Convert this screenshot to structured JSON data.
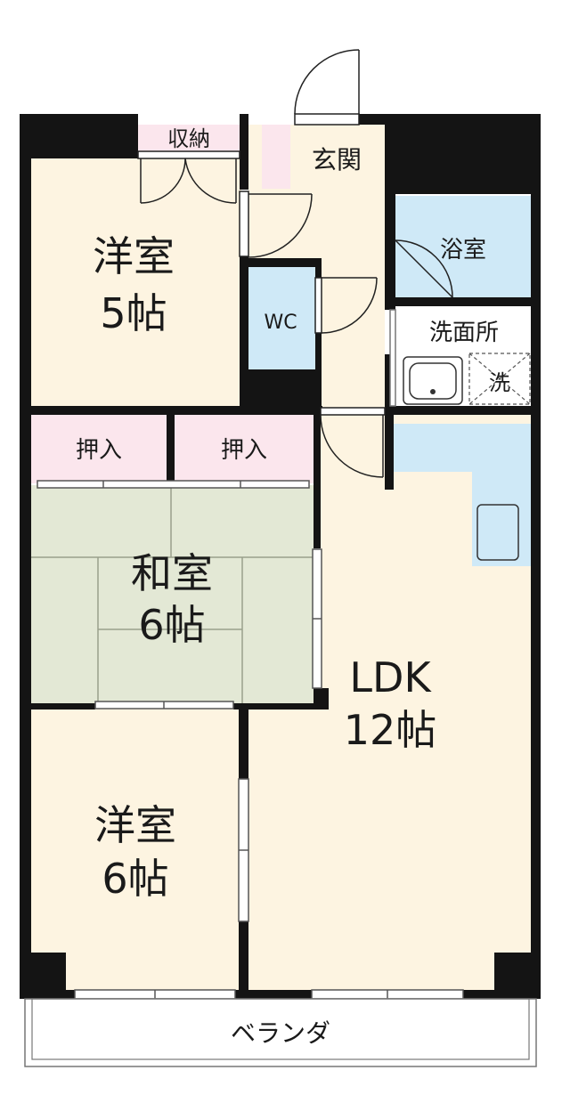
{
  "rooms": {
    "closet_top": "収納",
    "entrance": "玄関",
    "western1_name": "洋室",
    "western1_size": "5帖",
    "wc": "WC",
    "bath": "浴室",
    "washroom": "洗面所",
    "washer": "洗",
    "oshiire1": "押入",
    "oshiire2": "押入",
    "japanese_name": "和室",
    "japanese_size": "6帖",
    "ldk_name": "LDK",
    "ldk_size": "12帖",
    "western2_name": "洋室",
    "western2_size": "6帖",
    "veranda": "ベランダ"
  },
  "colors": {
    "wall": "#141414",
    "floor": "#fdf4e1",
    "tatami": "#e3e8d5",
    "oshiire": "#fbe6ed",
    "wet": "#cfe9f7",
    "outline": "#777777"
  }
}
